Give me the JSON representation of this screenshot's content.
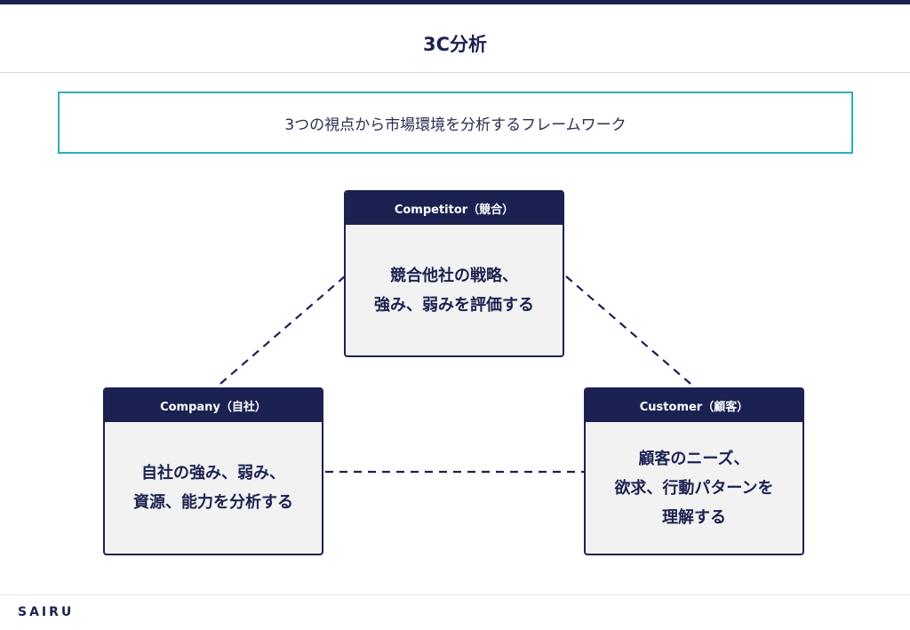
{
  "page": {
    "title": "3C分析",
    "subtitle": "3つの視点から市場環境を分析するフレームワーク",
    "logo": "SAIRU"
  },
  "cards": {
    "competitor": {
      "header": "Competitor（競合）",
      "lines": [
        "競合他社の戦略、",
        "強み、弱みを評価する"
      ]
    },
    "company": {
      "header": "Company（自社）",
      "lines": [
        "自社の強み、弱み、",
        "資源、能力を分析する"
      ]
    },
    "customer": {
      "header": "Customer（顧客）",
      "lines": [
        "顧客のニーズ、",
        "欲求、行動パターンを",
        "理解する"
      ]
    }
  },
  "colors": {
    "navy": "#1b2150",
    "teal": "#2bb0b8",
    "card_fill": "#f2f2f2"
  }
}
